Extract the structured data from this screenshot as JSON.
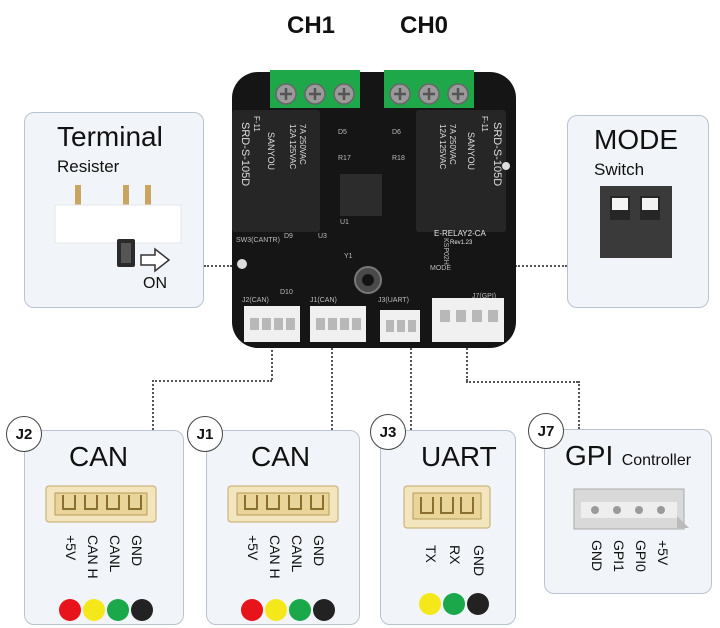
{
  "channels": {
    "ch1": "CH1",
    "ch0": "CH0"
  },
  "terminal": {
    "title": "Terminal",
    "subtitle": "Resister",
    "state": "ON"
  },
  "mode": {
    "title": "MODE",
    "subtitle": "Switch"
  },
  "board": {
    "relay_text": "SRD-S-105D",
    "relay_brand": "SANYOU",
    "relay_rating_1": "12A 125VAC",
    "relay_rating_2": "7A 250VAC",
    "board_name": "E-RELAY2-CA",
    "board_rev": "Rev1.23",
    "sw_label": "SW3(CANTR)",
    "j2_label": "J2(CAN)",
    "j1_label": "J1(CAN)",
    "j3_label": "J3(UART)",
    "j7_label": "J7(GPI)",
    "mode_label": "MODE",
    "ksp_label": "KSP02H",
    "parts": [
      "D5",
      "D6",
      "R17",
      "R18",
      "U1",
      "U3",
      "D9",
      "Y1",
      "D10",
      "F-11",
      "F-11"
    ]
  },
  "connectors": [
    {
      "badge": "J2",
      "title": "CAN",
      "pins": [
        "+5V",
        "CAN H",
        "CANL",
        "GND"
      ],
      "colors": [
        "#e8141c",
        "#f5e81a",
        "#1aa84a",
        "#222222"
      ]
    },
    {
      "badge": "J1",
      "title": "CAN",
      "pins": [
        "+5V",
        "CAN H",
        "CANL",
        "GND"
      ],
      "colors": [
        "#e8141c",
        "#f5e81a",
        "#1aa84a",
        "#222222"
      ]
    },
    {
      "badge": "J3",
      "title": "UART",
      "pins": [
        "TX",
        "RX",
        "GND"
      ],
      "colors": [
        "#f5e81a",
        "#1aa84a",
        "#222222"
      ]
    },
    {
      "badge": "J7",
      "title": "GPI",
      "title_suffix": "Controller",
      "pins": [
        "GND",
        "GPI1",
        "GPI0",
        "+5V"
      ]
    }
  ]
}
